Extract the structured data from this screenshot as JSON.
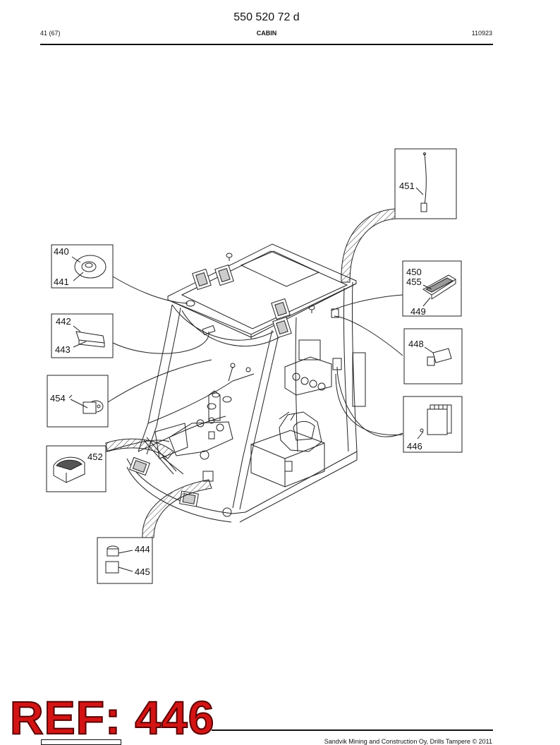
{
  "header": {
    "doc_number": "550 520 72 d",
    "page_ref": "41 (67)",
    "section_title": "CABIN",
    "date_code": "110923"
  },
  "callouts": {
    "c440": "440",
    "c441": "441",
    "c442": "442",
    "c443": "443",
    "c454": "454",
    "c452": "452",
    "c444": "444",
    "c445": "445",
    "c451": "451",
    "c450": "450",
    "c455": "455",
    "c449": "449",
    "c448": "448",
    "c446": "446"
  },
  "stamp": {
    "text": "REF: 446",
    "color": "#d41414"
  },
  "footer": {
    "copyright": "Sandvik Mining and Construction Oy, Drills Tampere © 2011"
  }
}
